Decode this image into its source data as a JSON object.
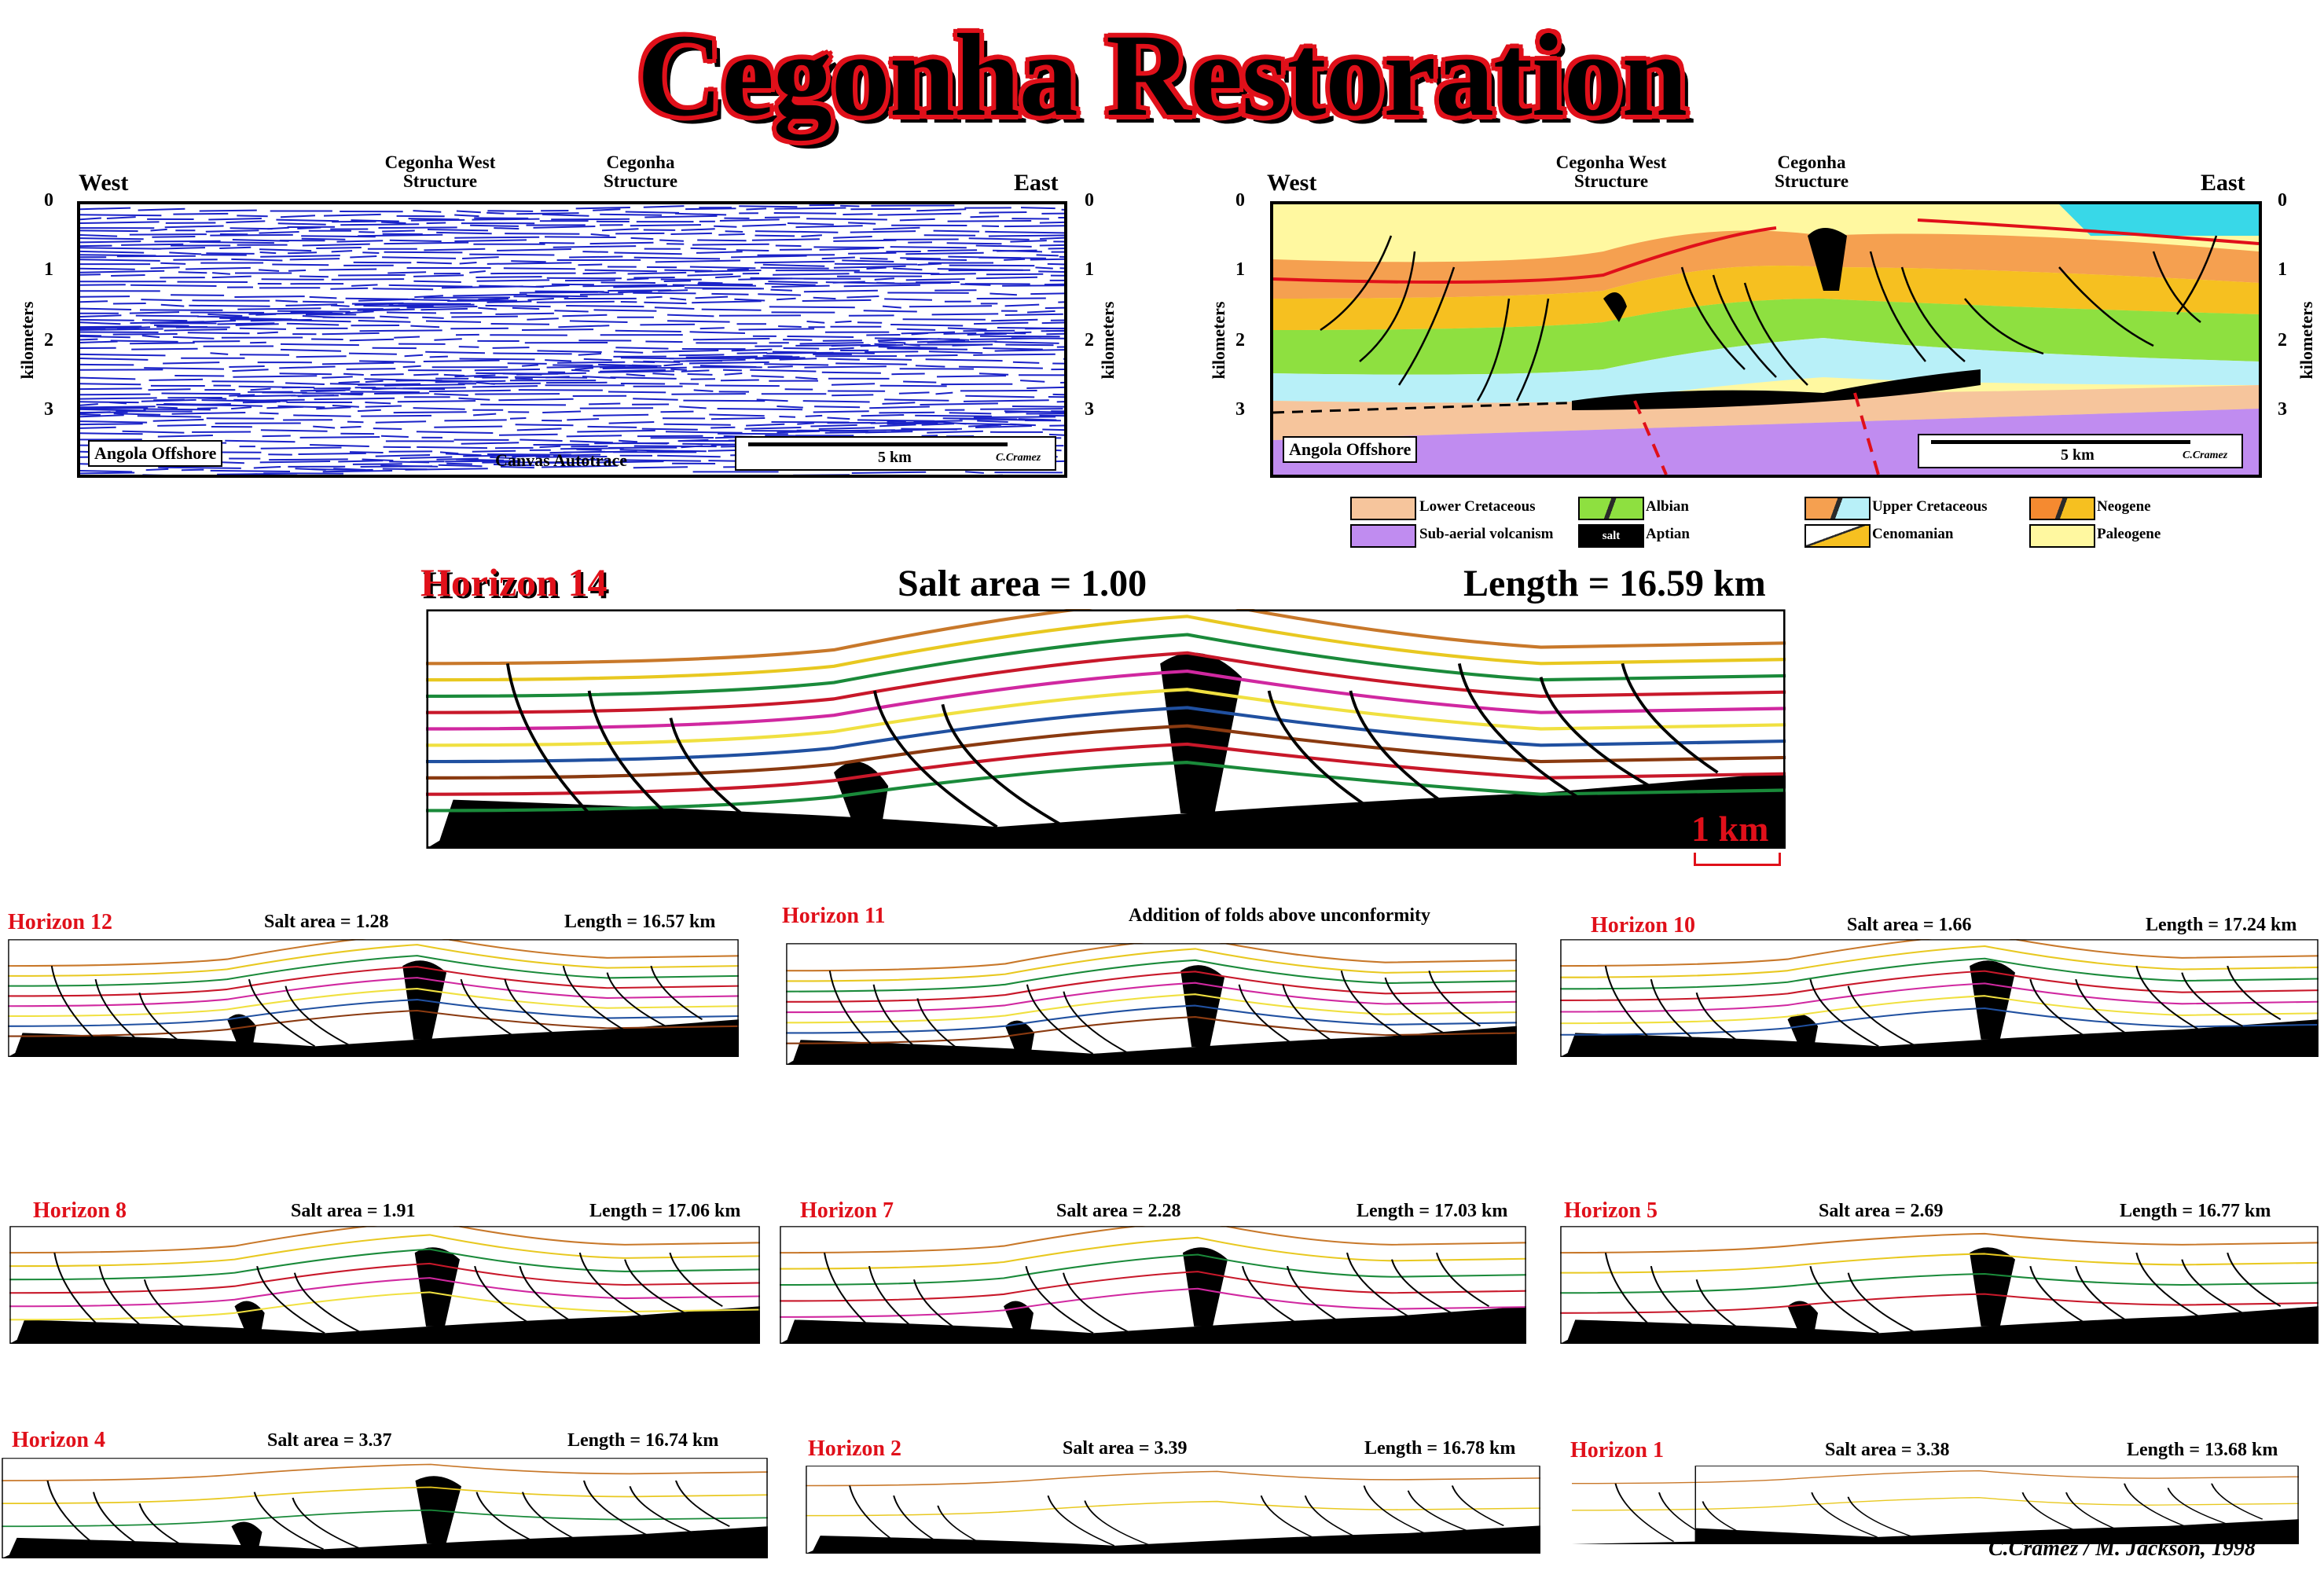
{
  "title": "Cegonha Restoration",
  "seismic": {
    "west": "West",
    "east": "East",
    "west_structure": "Cegonha West Structure",
    "structure": "Cegonha Structure",
    "axis_label": "kilometers",
    "ticks": [
      "0",
      "1",
      "2",
      "3"
    ],
    "location": "Angola Offshore",
    "trace": "Canvas Autotrace",
    "scale": "5 km",
    "credit": "C.Cramez"
  },
  "interpretation": {
    "west": "West",
    "east": "East",
    "west_structure": "Cegonha West Structure",
    "structure": "Cegonha Structure",
    "axis_label": "kilometers",
    "ticks": [
      "0",
      "1",
      "2",
      "3"
    ],
    "location": "Angola Offshore",
    "scale": "5 km",
    "credit": "C.Cramez"
  },
  "legend": [
    {
      "label": "Lower Cretaceous",
      "color": "#f6c59c"
    },
    {
      "label": "Sub-aerial volcanism",
      "color": "#c08cf0"
    },
    {
      "label": "Albian",
      "color": "#8ee040"
    },
    {
      "label": "Aptian",
      "color": "#000000",
      "swatch_text": "salt"
    },
    {
      "label": "Upper Cretaceous",
      "color": "#f5a050"
    },
    {
      "label": "Cenomanian",
      "color": "#f6c020"
    },
    {
      "label": "Neogene",
      "color": "#f58a30"
    },
    {
      "label": "Paleogene",
      "color": "#fff8a0"
    }
  ],
  "main_horizon": {
    "name": "Horizon 14",
    "salt_area": "Salt area = 1.00",
    "length": "Length = 16.59 km",
    "scale": "1 km"
  },
  "horizons": [
    {
      "name": "Horizon 12",
      "salt_area": "Salt area = 1.28",
      "length": "Length = 16.57 km"
    },
    {
      "name": "Horizon 11",
      "note": "Addition of folds above unconformity"
    },
    {
      "name": "Horizon 10",
      "salt_area": "Salt area = 1.66",
      "length": "Length = 17.24 km"
    },
    {
      "name": "Horizon 8",
      "salt_area": "Salt area = 1.91",
      "length": "Length = 17.06 km"
    },
    {
      "name": "Horizon 7",
      "salt_area": "Salt area = 2.28",
      "length": "Length = 17.03 km"
    },
    {
      "name": "Horizon 5",
      "salt_area": "Salt area = 2.69",
      "length": "Length = 16.77 km"
    },
    {
      "name": "Horizon 4",
      "salt_area": "Salt area = 3.37",
      "length": "Length = 16.74 km"
    },
    {
      "name": "Horizon 2",
      "salt_area": "Salt area = 3.39",
      "length": "Length = 16.78 km"
    },
    {
      "name": "Horizon 1",
      "salt_area": "Salt area = 3.38",
      "length": "Length = 13.68 km"
    }
  ],
  "credit": "C.Cramez / M. Jackson, 1998"
}
